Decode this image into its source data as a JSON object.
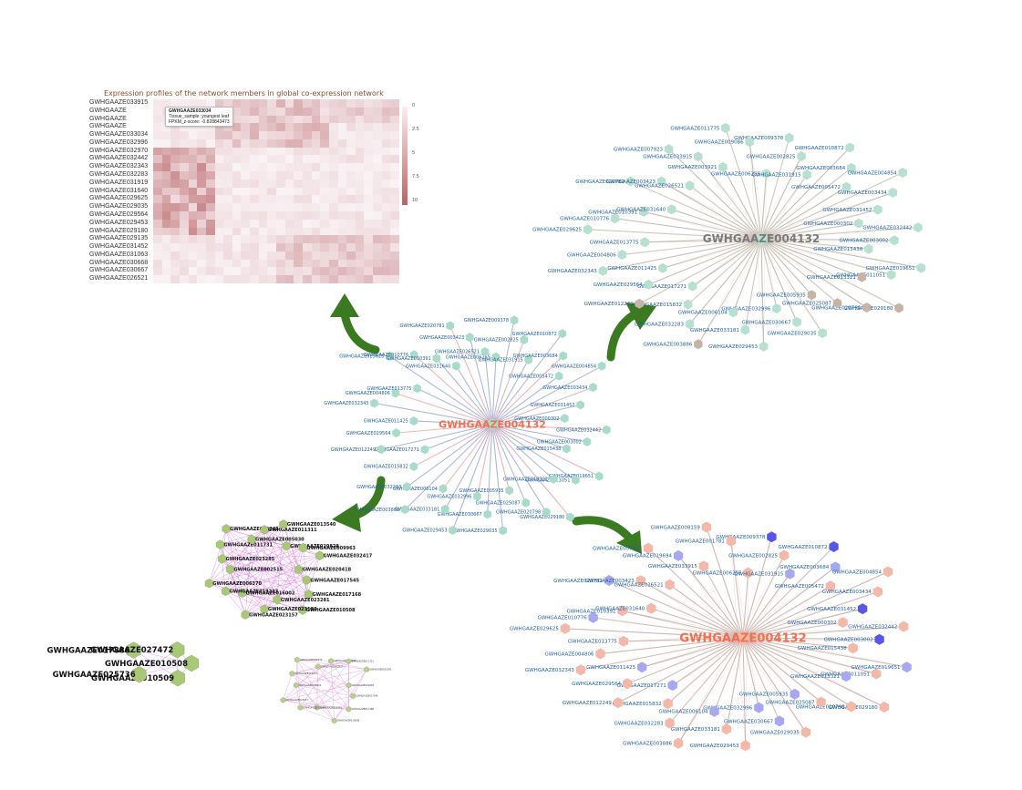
{
  "heatmap": {
    "title": "Expression profiles of the network members in global co-expression network",
    "rows": [
      "GWHGAAZE033915",
      "GWHGAAZE",
      "GWHGAAZE",
      "GWHGAAZE",
      "GWHGAAZE033034",
      "GWHGAAZE032996",
      "GWHGAAZE032970",
      "GWHGAAZE032442",
      "GWHGAAZE032343",
      "GWHGAAZE032283",
      "GWHGAAZE031919",
      "GWHGAAZE031640",
      "GWHGAAZE029625",
      "GWHGAAZE029035",
      "GWHGAAZE029564",
      "GWHGAAZE029453",
      "GWHGAAZE029180",
      "GWHGAAZE029135",
      "GWHGAAZE031452",
      "GWHGAAZE031063",
      "GWHGAAZE030668",
      "GWHGAAZE030667",
      "GWHGAAZE026521"
    ],
    "scale_labels": [
      "0",
      "2.5",
      "5",
      "7.5",
      "10"
    ],
    "tooltip": {
      "gene": "GWHGAAZE033034",
      "tissue": "Tissue_sample: youngest leaf",
      "value": "FPKM_z-score: -0.828843473"
    }
  },
  "networks": {
    "center_gene": "GWHGAAZE004132",
    "hub_labels": [
      "GWHGAAZE006255",
      "GWHGAAZE009378",
      "GWHGAAZE002825",
      "GWHGAAZE031915",
      "GWHGAAZE010872",
      "GWHGAAZE003684",
      "GWHGAAZE005472",
      "GWHGAAZE004854",
      "GWHGAAZE003434",
      "GWHGAAZE031452",
      "GWHGAAZE000302",
      "GWHGAAZE032442",
      "GWHGAAZE003002",
      "GWHGAAZE015438",
      "GWHGAAZE019651",
      "GWHGAAZE011051",
      "GWHGAAZE013321",
      "GWHGAAZE029180",
      "GWHGAAZE020798",
      "GWHGAAZE025087",
      "GWHGAAZE005935",
      "GWHGAAZE029035",
      "GWHGAAZE030667",
      "GWHGAAZE032996",
      "GWHGAAZE029453",
      "GWHGAAZE033181",
      "GWHGAAZE006104",
      "GWHGAAZE003886",
      "GWHGAAZE032283",
      "GWHGAAZE015832",
      "GWHGAAZE017271",
      "GWHGAAZE012249",
      "GWHGAAZE029564",
      "GWHGAAZE011425",
      "GWHGAAZE032343",
      "GWHGAAZE004806",
      "GWHGAAZE013775",
      "GWHGAAZE029625",
      "GWHGAAZE010776",
      "GWHGAAZE010391",
      "GWHGAAZE031640",
      "GWHGAAZE020781",
      "GWHGAAZE003423",
      "GWHGAAZE026521"
    ],
    "extra_labels_top_right": [
      "GWHGAAZE007923",
      "GWHGAAZE033915",
      "GWHGAAZE003921",
      "GWHGAAZE011775",
      "GWHGAAZE009086"
    ],
    "extra_labels_bottom_right": [
      "GWHGAAZE007923",
      "GWHGAAZE019694",
      "GWHGAAZE033915",
      "GWHGAAZE008159",
      "GWHGAAZE001781"
    ]
  },
  "modules": {
    "module1": [
      "GWHGAAZE020418",
      "GWHGAAZE017545",
      "GWHGAAZE017168",
      "GWHGAAZE010508",
      "GWHGAAZE023281",
      "GWHGAAZE023180",
      "GWHGAAZE023157",
      "GWHGAAZE016002",
      "GWHGAAZE019233",
      "GWHGAAZE006370",
      "GWHGAAZE002515",
      "GWHGAAZE023285",
      "GWHGAAZE011731",
      "GWHGAAZE023241",
      "GWHGAAZE005030",
      "GWHGAAZE011311",
      "GWHGAAZE013540",
      "GWHGAAZE020828",
      "GWHGAAZE009963",
      "GWHGAAZE032417"
    ],
    "module2": [
      "GWHGAAZE010508",
      "GWHGAAZE010509",
      "GWHGAAZE025736",
      "GWHGAAZE017886",
      "GWHGAAZE027472"
    ]
  },
  "colors": {
    "teal_node": "#a8dcc9",
    "edge_blue": "#9aa6cc",
    "edge_red": "#f0a0a0",
    "center_text": "#f07050",
    "label_blue": "#2060a0",
    "salmon_node": "#f4b8a8",
    "purple_node": "#a8a8f0",
    "green_node": "#a8c878",
    "magenta_edge": "#e070e0",
    "arrow_green": "#3a7a20"
  }
}
